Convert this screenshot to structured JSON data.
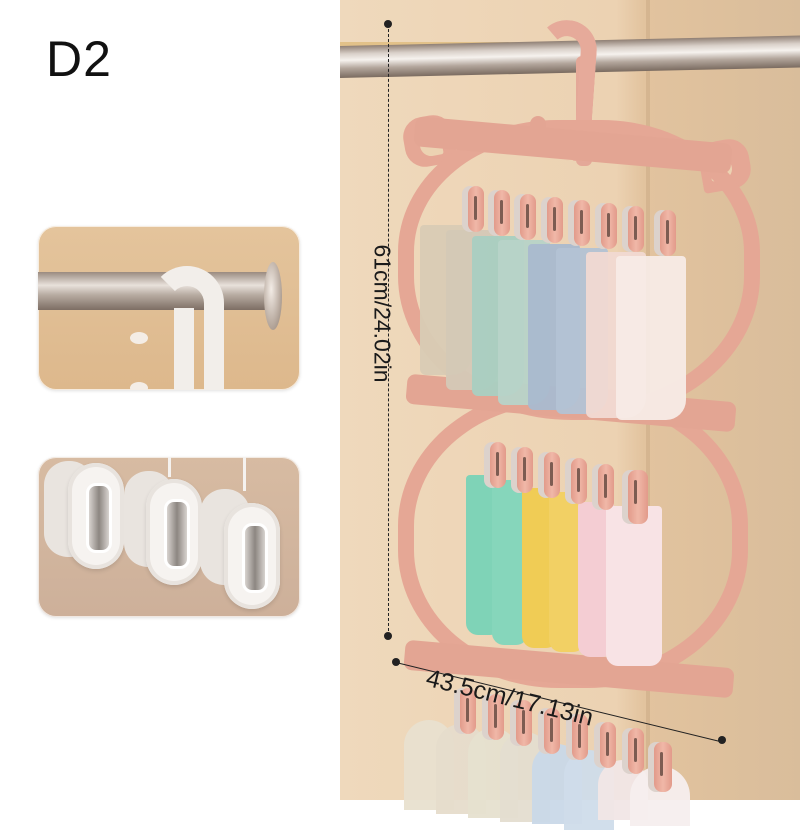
{
  "product": {
    "variant_label": "D2",
    "type": "hanging sock and towel drying rack with clips",
    "colors": {
      "hanger": "#e5a795",
      "clip_pink": "#eeb2a2",
      "wall": "#ecd2b2",
      "inset_rod_background": "#e0be93",
      "inset_clips_background": "#d2b59e",
      "dimension_ink": "#1a1a1a"
    }
  },
  "dimensions": {
    "height_label": "61cm/24.02in",
    "width_label": "43.5cm/17.13in"
  },
  "insets": [
    {
      "name": "rod-hook-detail",
      "depicts": "white hook hanging over a metal closet rod"
    },
    {
      "name": "clips-detail",
      "depicts": "three white clothespin clips with metal springs"
    }
  ],
  "scene": {
    "tiers": [
      {
        "name": "top",
        "items": "hand towels",
        "clip_count": 8,
        "item_colors": [
          "#d8cbb4",
          "#d4c8b6",
          "#a9cfc1",
          "#b7d3c8",
          "#a9b9cf",
          "#b3c2d4",
          "#f1d9d2",
          "#f7ebe6"
        ]
      },
      {
        "name": "middle",
        "items": "socks",
        "clip_count": 6,
        "item_colors": [
          "#7fd3b7",
          "#86d6bb",
          "#f0cc55",
          "#f2d064",
          "#f4cdd3",
          "#f8e3e5"
        ]
      },
      {
        "name": "bottom",
        "items": "patterned socks",
        "clip_count": 8,
        "item_colors": [
          "#e8e0cf",
          "#e6dccb",
          "#e6e0cf",
          "#e4ddd0",
          "#c9d8e8",
          "#cfdcea",
          "#f1e6e6",
          "#f6eeee"
        ]
      }
    ]
  }
}
